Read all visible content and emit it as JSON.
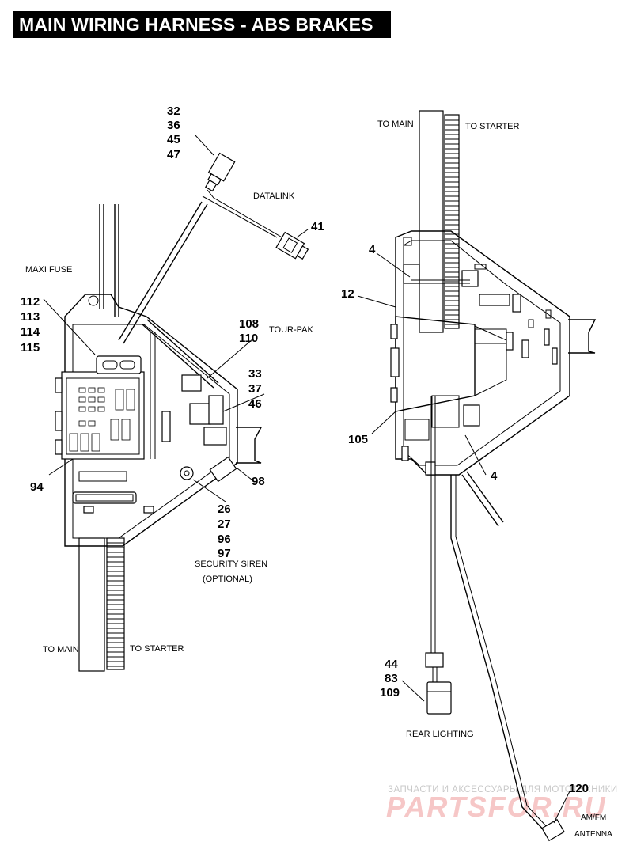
{
  "title": "MAIN WIRING HARNESS - ABS BRAKES",
  "callouts": {
    "c32": "32",
    "c36": "36",
    "c45": "45",
    "c47": "47",
    "c41": "41",
    "c112": "112",
    "c113": "113",
    "c114": "114",
    "c115": "115",
    "c108": "108",
    "c110": "110",
    "c33": "33",
    "c37": "37",
    "c46": "46",
    "c94": "94",
    "c98": "98",
    "c26": "26",
    "c27": "27",
    "c96": "96",
    "c97": "97",
    "c4a": "4",
    "c12": "12",
    "c105": "105",
    "c4b": "4",
    "c44": "44",
    "c83": "83",
    "c109": "109",
    "c120": "120"
  },
  "labels": {
    "datalink": "DATALINK",
    "maxi_fuse": "MAXI FUSE",
    "tour_pak": "TOUR-PAK",
    "security_siren": "SECURITY SIREN",
    "optional": "(OPTIONAL)",
    "to_main_left": "TO MAIN",
    "to_starter_left": "TO STARTER",
    "to_main_right": "TO MAIN",
    "to_starter_right": "TO STARTER",
    "rear_lighting": "REAR LIGHTING",
    "am_fm": "AM/FM",
    "antenna": "ANTENNA"
  },
  "watermark": {
    "line1": "ЗАПЧАСТИ И АКСЕССУАРЫ ДЛЯ МОТОТЕХНИКИ",
    "line2": "PARTSFOR.RU"
  }
}
